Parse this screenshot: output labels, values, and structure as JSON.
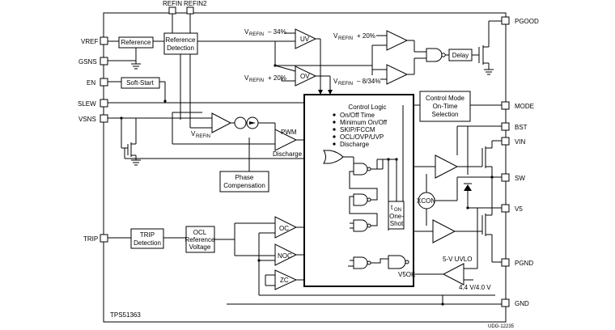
{
  "diagram": {
    "chip_name": "TPS51363",
    "doc_id": "UDG-12235",
    "pins_left": [
      "VREF",
      "GSNS",
      "EN",
      "SLEW",
      "VSNS",
      "TRIP"
    ],
    "pins_right": [
      "PGOOD",
      "MODE",
      "BST",
      "VIN",
      "SW",
      "V5",
      "PGND",
      "GND"
    ],
    "pins_top": [
      "REFIN",
      "REFIN2"
    ],
    "blocks": {
      "reference": "Reference",
      "reference_detection": [
        "Reference",
        "Detection"
      ],
      "soft_start": "Soft-Start",
      "delay": "Delay",
      "control_mode": [
        "Control Mode",
        "On-Time",
        "Selection"
      ],
      "phase_comp": [
        "Phase",
        "Compensation"
      ],
      "trip_detection": [
        "TRIP",
        "Detection"
      ],
      "ocl_reference": [
        "OCL",
        "Reference",
        "Voltage"
      ],
      "one_shot": [
        "t",
        "ON",
        "One-",
        "Shot"
      ]
    },
    "control_logic": {
      "title": "Control Logic",
      "items": [
        "On/Off Time",
        "Minimum On/Off",
        "SKIP/FCCM",
        "OCL/OVP/UVP",
        "Discharge"
      ]
    },
    "comparators": {
      "uv": "UV",
      "ov": "OV",
      "pwm": "PWM",
      "oc": "OC",
      "noc": "NOC",
      "zc": "ZC"
    },
    "labels": {
      "uv_th": "– 34%",
      "ov_th": "+ 20%",
      "pg_hi": "+  20%",
      "pg_lo": "– 8/34%",
      "vrefin_sub": "REFIN",
      "v_main": "V",
      "discharge": "Discharge",
      "xcon": "XCON",
      "v5ok": "V5OK",
      "uvlo": "5-V UVLO",
      "uvlo_th": "4.4 V/4.0 V"
    }
  }
}
